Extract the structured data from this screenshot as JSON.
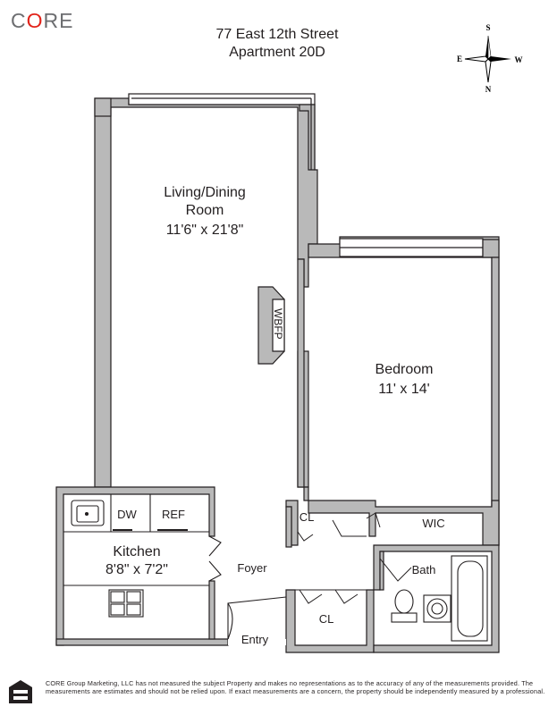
{
  "brand": {
    "logo_prefix": "C",
    "logo_accent": "O",
    "logo_suffix": "RE",
    "accent_color": "#e2231a"
  },
  "address": {
    "line1": "77 East 12th Street",
    "line2": "Apartment 20D"
  },
  "compass": {
    "north": "N",
    "south": "S",
    "east": "E",
    "west": "W"
  },
  "rooms": {
    "living_name1": "Living/Dining",
    "living_name2": "Room",
    "living_size": "11'6\" x 21'8\"",
    "bedroom_name": "Bedroom",
    "bedroom_size": "11' x 14'",
    "kitchen_name": "Kitchen",
    "kitchen_size": "8'8\" x 7'2\"",
    "wbfp": "WBFP",
    "dw": "DW",
    "ref": "REF",
    "foyer": "Foyer",
    "entry": "Entry",
    "cl_upper": "CL",
    "cl_lower": "CL",
    "wic": "WIC",
    "bath": "Bath"
  },
  "footer": {
    "disclaimer": "CORE Group Marketing, LLC has not measured the subject Property and makes no representations as to the accuracy of any of the measurements provided. The measurements are estimates and should not be relied upon. If exact measurements are a concern, the property should be independently measured by a professional."
  },
  "icons": {
    "equal_housing": "equal-housing-icon",
    "compass": "compass-rose-icon"
  }
}
